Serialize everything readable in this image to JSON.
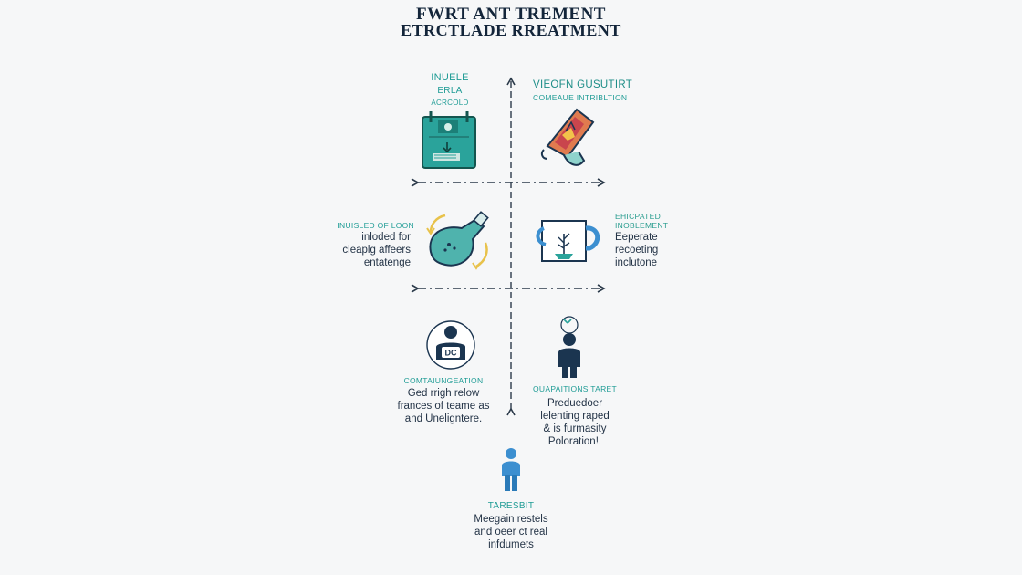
{
  "title": {
    "line1": "FWRT ANT TREMENT",
    "line2": "ETRCTLADE RREATMENT"
  },
  "nodes": {
    "top_left": {
      "line1": "INUELE",
      "line2": "ERLA",
      "line3": "ACRCOLD",
      "icon": "calendar-card-icon"
    },
    "top_right": {
      "line1": "VIEOFN GUSUTIRT",
      "line2": "COMEAUE INTRIBLTION",
      "icon": "torch-flame-icon"
    },
    "mid_left": {
      "label": "INUISLED OF LOON",
      "text1": "inloded for",
      "text2": "cleaplg affeers",
      "text3": "entatenge",
      "icon": "bottle-arrows-icon"
    },
    "mid_right": {
      "label1": "EHICPATED",
      "label2": "INOBLEMENT",
      "text1": "Eeperate",
      "text2": "recoeting",
      "text3": "inclutone",
      "icon": "mug-plant-icon"
    },
    "low_left": {
      "label": "COMTAIUNGEATION",
      "text1": "Ged rrigh relow",
      "text2": "frances of teame as",
      "text3": "and Uneligntere.",
      "icon": "person-badge-icon"
    },
    "low_right": {
      "label": "QUAPAITIONS TARET",
      "text1": "Preduedoer",
      "text2": "lelenting raped",
      "text3": "& is furmasity",
      "text4": "Poloration!.",
      "icon": "person-spark-icon"
    },
    "bottom": {
      "label": "TARESBIT",
      "text1": "Meegain restels",
      "text2": "and oeer ct real",
      "text3": "infdumets",
      "icon": "person-icon"
    }
  },
  "colors": {
    "teal": "#1f9c95",
    "navy": "#1b3550",
    "dark": "#243447"
  }
}
